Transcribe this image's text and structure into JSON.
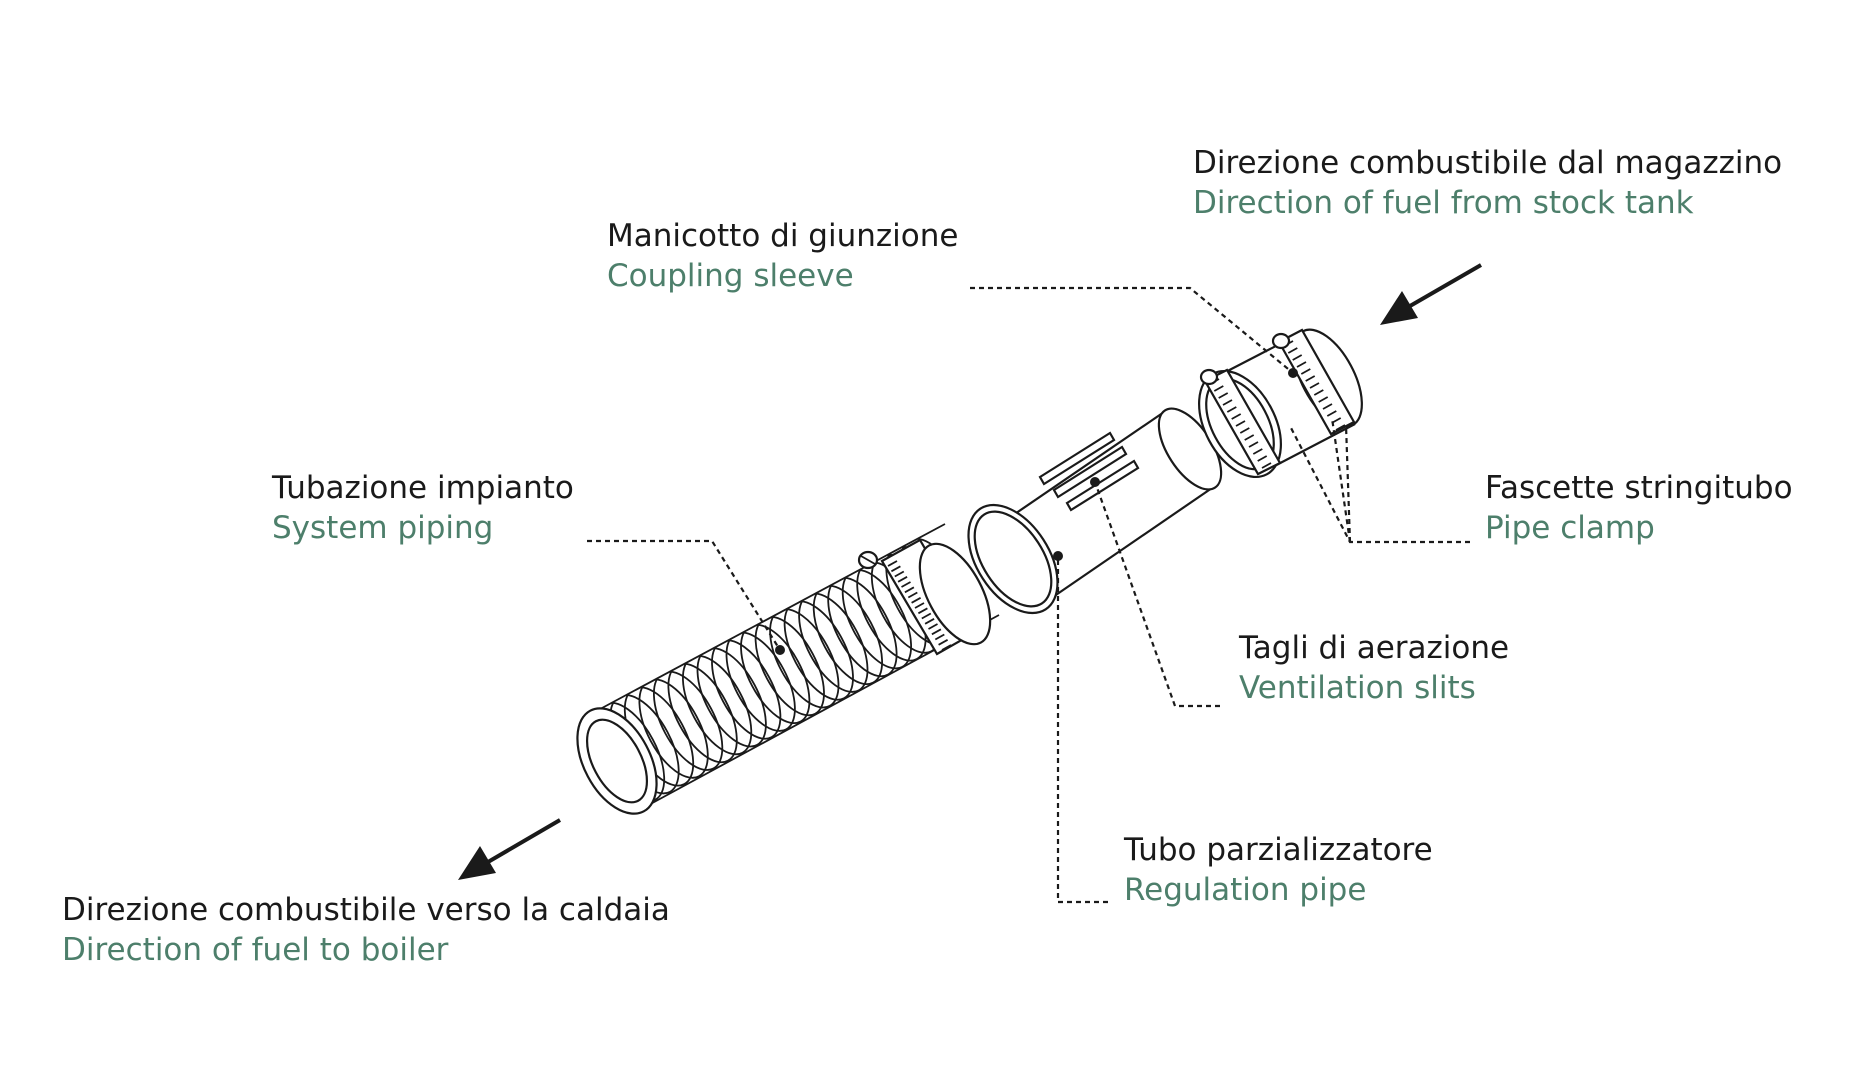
{
  "colors": {
    "text": "#1a1a1a",
    "english_text": "#4d7f6b",
    "line": "#1a1a1a"
  },
  "labels": {
    "fuel_from_stock": {
      "it": "Direzione combustibile dal magazzino",
      "en": "Direction of fuel from stock tank"
    },
    "coupling_sleeve": {
      "it": "Manicotto di giunzione",
      "en": "Coupling sleeve"
    },
    "system_piping": {
      "it": "Tubazione impianto",
      "en": "System piping"
    },
    "pipe_clamp": {
      "it": "Fascette stringitubo",
      "en": "Pipe clamp"
    },
    "ventilation": {
      "it": "Tagli di aerazione",
      "en": "Ventilation slits"
    },
    "regulation_pipe": {
      "it": "Tubo parzializzatore",
      "en": "Regulation pipe"
    },
    "fuel_to_boiler": {
      "it": "Direzione combustibile verso la caldaia",
      "en": "Direction of fuel to boiler"
    }
  },
  "icons": {
    "inflow": "arrow-down-left-icon",
    "outflow": "arrow-down-left-icon"
  }
}
